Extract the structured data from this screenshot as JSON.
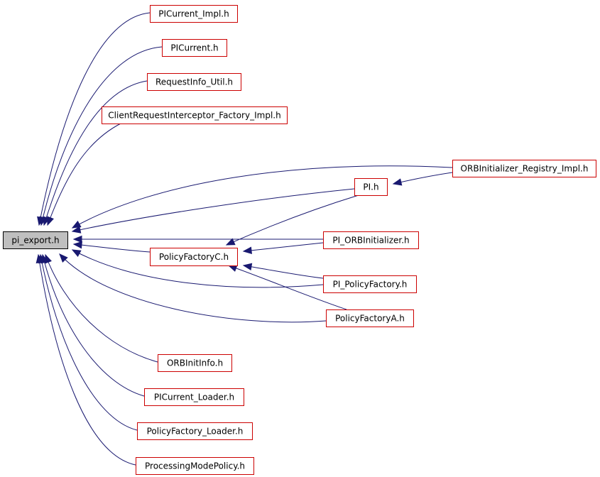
{
  "nodes": [
    {
      "id": "pi_export",
      "label": "pi_export.h",
      "root": true
    },
    {
      "id": "picurrent_impl",
      "label": "PICurrent_Impl.h"
    },
    {
      "id": "picurrent",
      "label": "PICurrent.h"
    },
    {
      "id": "requestinfo_util",
      "label": "RequestInfo_Util.h"
    },
    {
      "id": "cri_factory_impl",
      "label": "ClientRequestInterceptor_Factory_Impl.h"
    },
    {
      "id": "orbinit_registry",
      "label": "ORBInitializer_Registry_Impl.h"
    },
    {
      "id": "pi",
      "label": "PI.h"
    },
    {
      "id": "pi_orbinitializer",
      "label": "PI_ORBInitializer.h"
    },
    {
      "id": "policyfactoryc",
      "label": "PolicyFactoryC.h"
    },
    {
      "id": "pi_policyfactory",
      "label": "PI_PolicyFactory.h"
    },
    {
      "id": "policyfactorya",
      "label": "PolicyFactoryA.h"
    },
    {
      "id": "orbinitinfo",
      "label": "ORBInitInfo.h"
    },
    {
      "id": "picurrent_loader",
      "label": "PICurrent_Loader.h"
    },
    {
      "id": "policyfactory_loader",
      "label": "PolicyFactory_Loader.h"
    },
    {
      "id": "processingmodepolicy",
      "label": "ProcessingModePolicy.h"
    }
  ],
  "edges": [
    {
      "from": "picurrent_impl",
      "to": "pi_export"
    },
    {
      "from": "picurrent",
      "to": "pi_export"
    },
    {
      "from": "requestinfo_util",
      "to": "pi_export"
    },
    {
      "from": "cri_factory_impl",
      "to": "pi_export"
    },
    {
      "from": "orbinit_registry",
      "to": "pi_export"
    },
    {
      "from": "pi",
      "to": "pi_export"
    },
    {
      "from": "pi_orbinitializer",
      "to": "pi_export"
    },
    {
      "from": "policyfactoryc",
      "to": "pi_export"
    },
    {
      "from": "pi_policyfactory",
      "to": "pi_export"
    },
    {
      "from": "policyfactorya",
      "to": "pi_export"
    },
    {
      "from": "orbinitinfo",
      "to": "pi_export"
    },
    {
      "from": "picurrent_loader",
      "to": "pi_export"
    },
    {
      "from": "policyfactory_loader",
      "to": "pi_export"
    },
    {
      "from": "processingmodepolicy",
      "to": "pi_export"
    },
    {
      "from": "orbinit_registry",
      "to": "pi"
    },
    {
      "from": "pi",
      "to": "policyfactoryc"
    },
    {
      "from": "pi_orbinitializer",
      "to": "policyfactoryc"
    },
    {
      "from": "pi_policyfactory",
      "to": "policyfactoryc"
    },
    {
      "from": "policyfactorya",
      "to": "policyfactoryc"
    }
  ],
  "colors": {
    "node_border": "#cc0000",
    "root_fill": "#bfbfbf",
    "root_border": "#000000",
    "edge": "#191970"
  }
}
